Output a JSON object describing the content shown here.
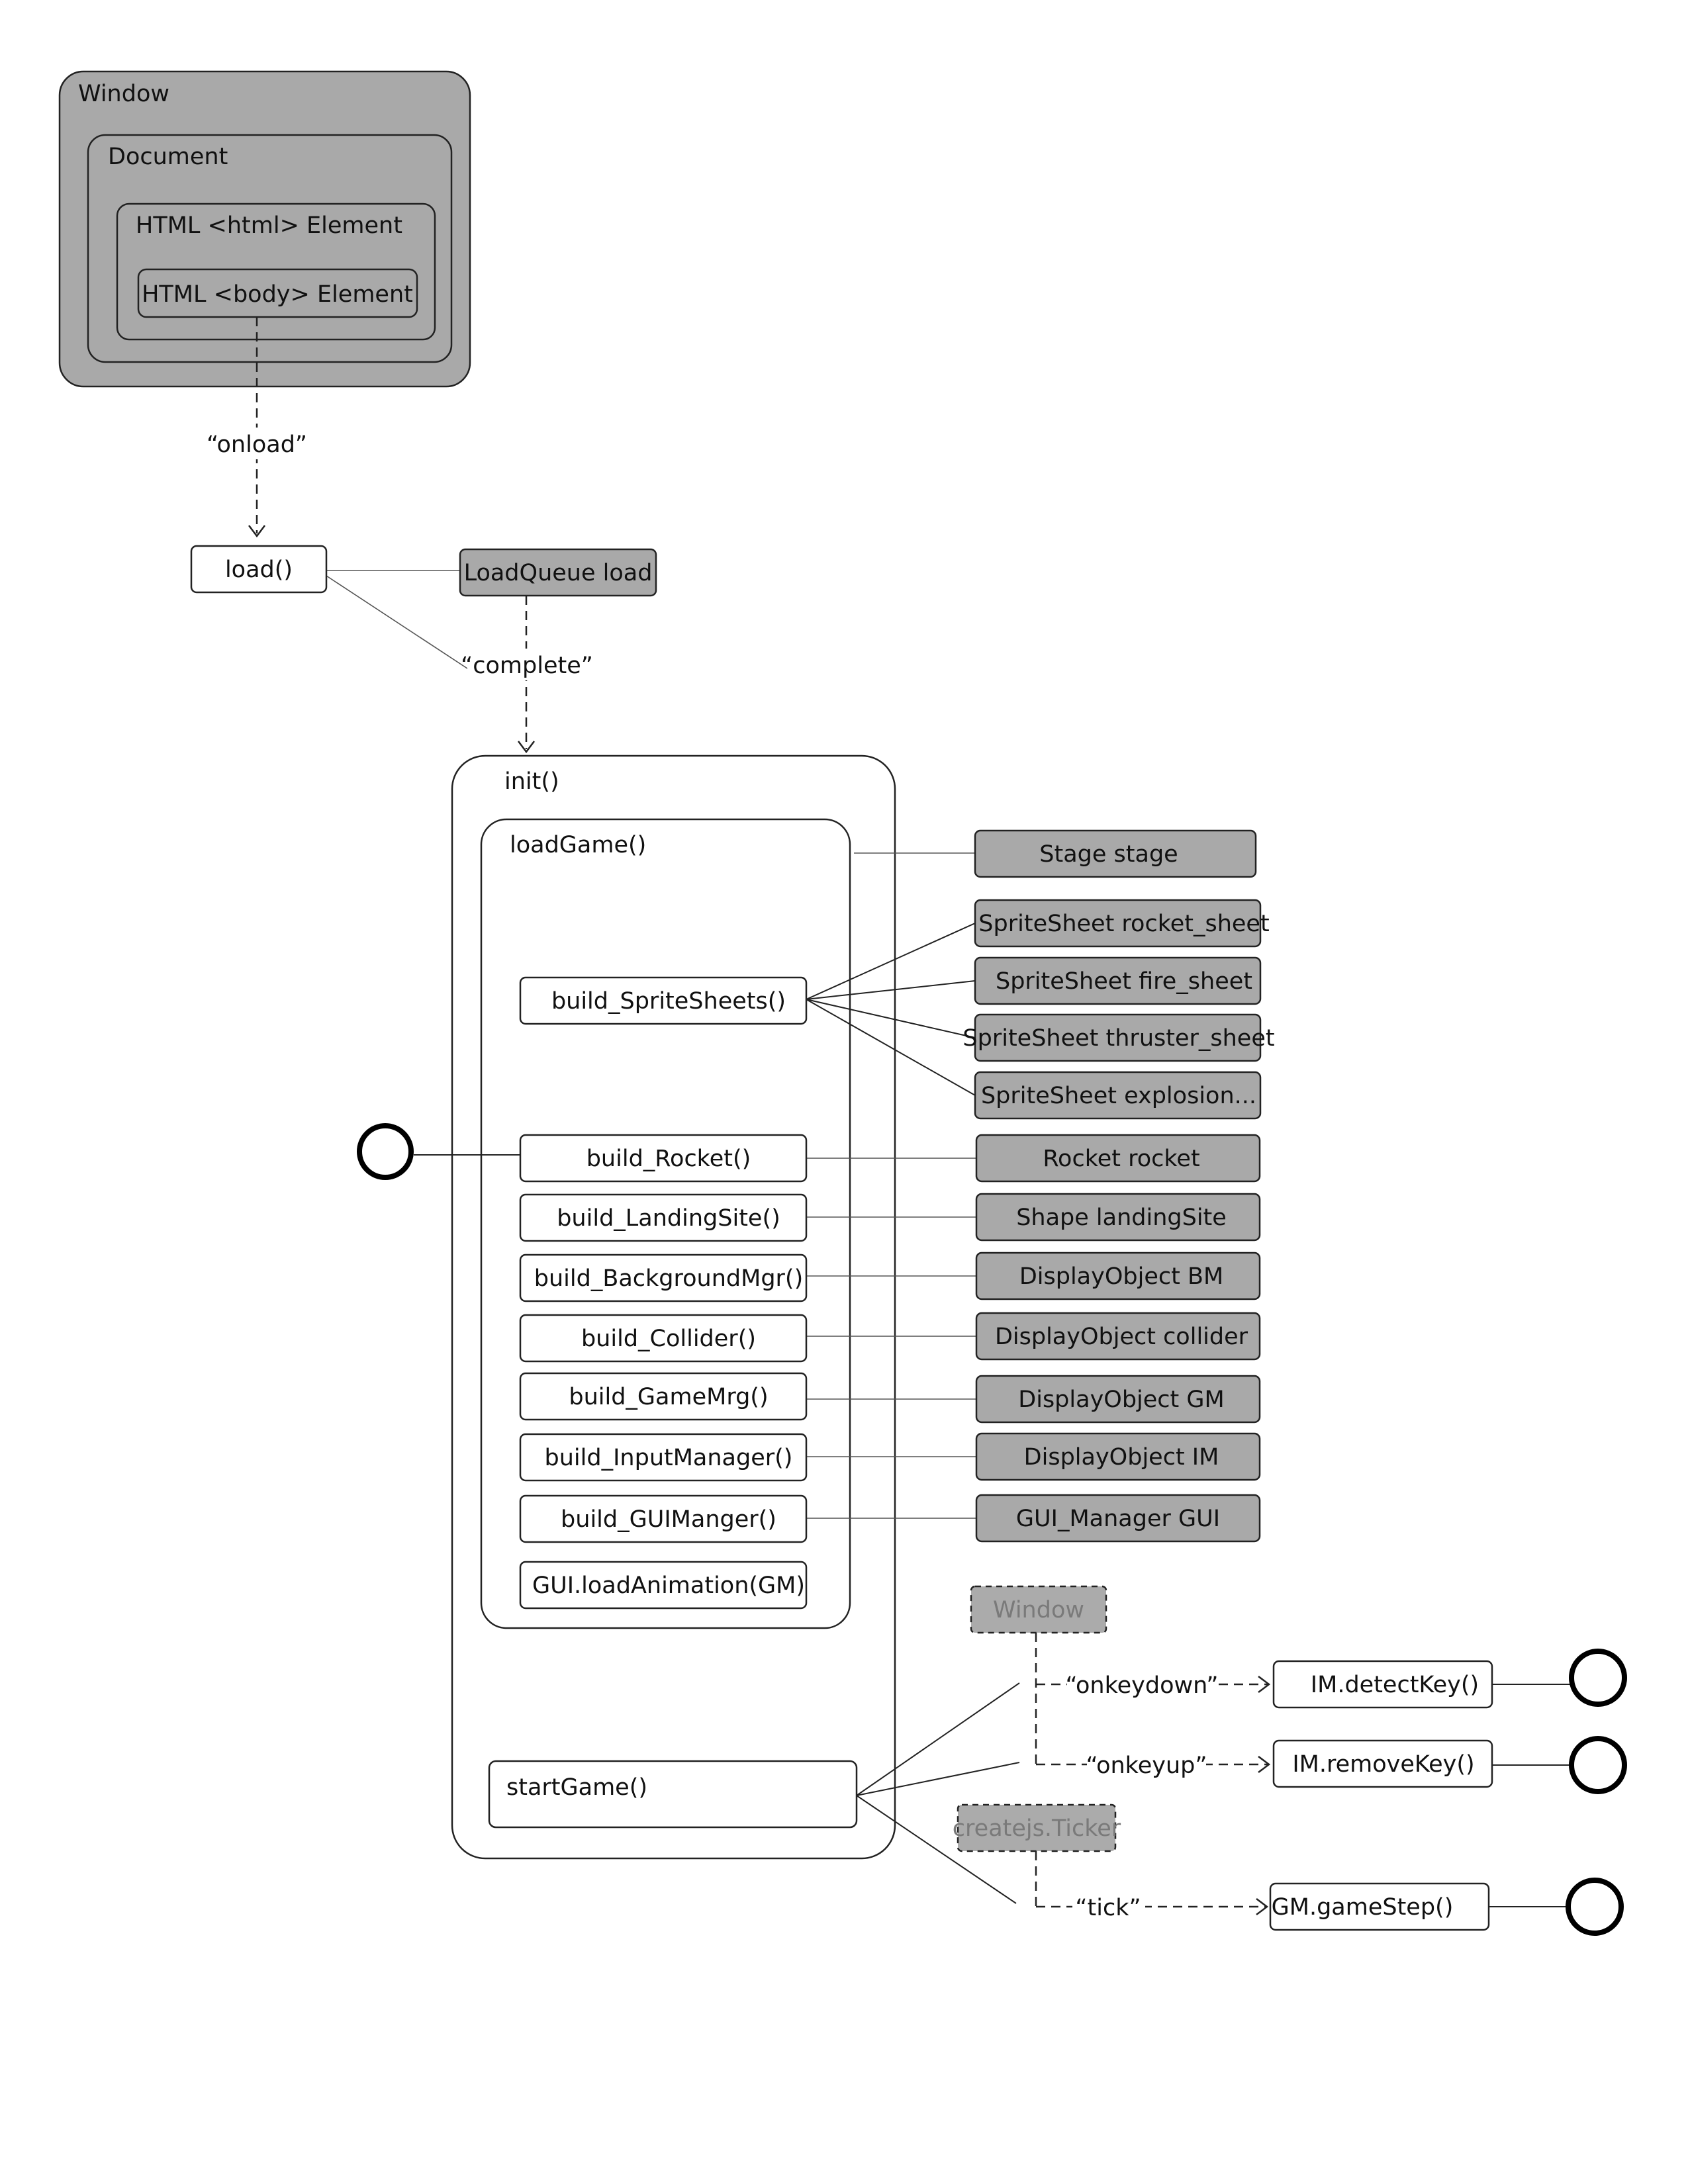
{
  "containers": {
    "window": "Window",
    "document": "Document",
    "html_element": "HTML <html> Element",
    "body_element": "HTML <body> Element",
    "init": "init()",
    "load_game": "loadGame()"
  },
  "functions": {
    "load": "load()",
    "build_spritesheets": "build_SpriteSheets()",
    "build_rocket": "build_Rocket()",
    "build_landingsite": "build_LandingSite()",
    "build_backgroundmgr": "build_BackgroundMgr()",
    "build_collider": "build_Collider()",
    "build_gamemrg": "build_GameMrg()",
    "build_inputmanager": "build_InputManager()",
    "build_guimanger": "build_GUIManger()",
    "gui_load_animation": "GUI.loadAnimation(GM)",
    "start_game": "startGame()",
    "im_detect_key": "IM.detectKey()",
    "im_remove_key": "IM.removeKey()",
    "gm_game_step": "GM.gameStep()"
  },
  "objects": {
    "loadqueue": "LoadQueue load",
    "stage": "Stage stage",
    "rocket_sheet": "SpriteSheet rocket_sheet",
    "fire_sheet": "SpriteSheet fire_sheet",
    "thruster_sheet": "SpriteSheet thruster_sheet",
    "explosion_sheet": "SpriteSheet explosion...",
    "rocket": "Rocket rocket",
    "landing_site": "Shape landingSite",
    "display_bm": "DisplayObject BM",
    "display_collider": "DisplayObject collider",
    "display_gm": "DisplayObject GM",
    "display_im": "DisplayObject IM",
    "gui_manager": "GUI_Manager GUI"
  },
  "event_sources": {
    "window": "Window",
    "ticker": "createjs.Ticker"
  },
  "events": {
    "onload": "“onload”",
    "complete": "“complete”",
    "onkeydown": "“onkeydown”",
    "onkeyup": "“onkeyup”",
    "tick": "“tick”"
  },
  "colors": {
    "object_fill": "#a9a9a9",
    "container_fill": "#a9a9a9",
    "stroke": "#222222",
    "ghost_text": "#7a7a7a"
  }
}
